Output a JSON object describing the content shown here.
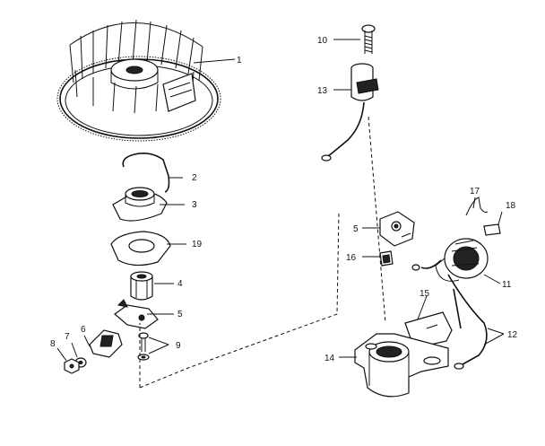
{
  "callouts": {
    "c1": "1",
    "c2": "2",
    "c3": "3",
    "c19": "19",
    "c4": "4",
    "c5a": "5",
    "c6": "6",
    "c7": "7",
    "c8": "8",
    "c9": "9",
    "c10": "10",
    "c13": "13",
    "c17": "17",
    "c18": "18",
    "c5b": "5",
    "c16": "16",
    "c11": "11",
    "c15": "15",
    "c12": "12",
    "c14": "14"
  }
}
